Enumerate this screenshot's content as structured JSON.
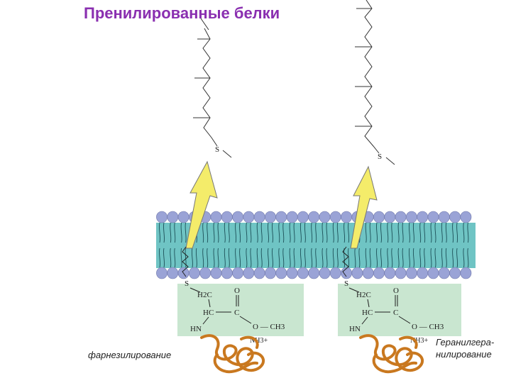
{
  "title": "Пренилированные белки",
  "captions": {
    "left": "фарнезилирование",
    "right_line1": "Геранилгера-",
    "right_line2": "нилирование"
  },
  "chem": {
    "s": "S",
    "h2c": "H2C",
    "o_top": "O",
    "hc": "HC",
    "c": "C",
    "o_ch3": "O — CH3",
    "hn": "HN",
    "nh3": "NH3+"
  },
  "colors": {
    "title": "#8a2fb0",
    "lipid_head": "#9aa3d6",
    "lipid_tail": "#6fc4c4",
    "chem_box": "#c9e6d0",
    "arrow": "#f4ec6a",
    "protein": "#c9781f"
  }
}
